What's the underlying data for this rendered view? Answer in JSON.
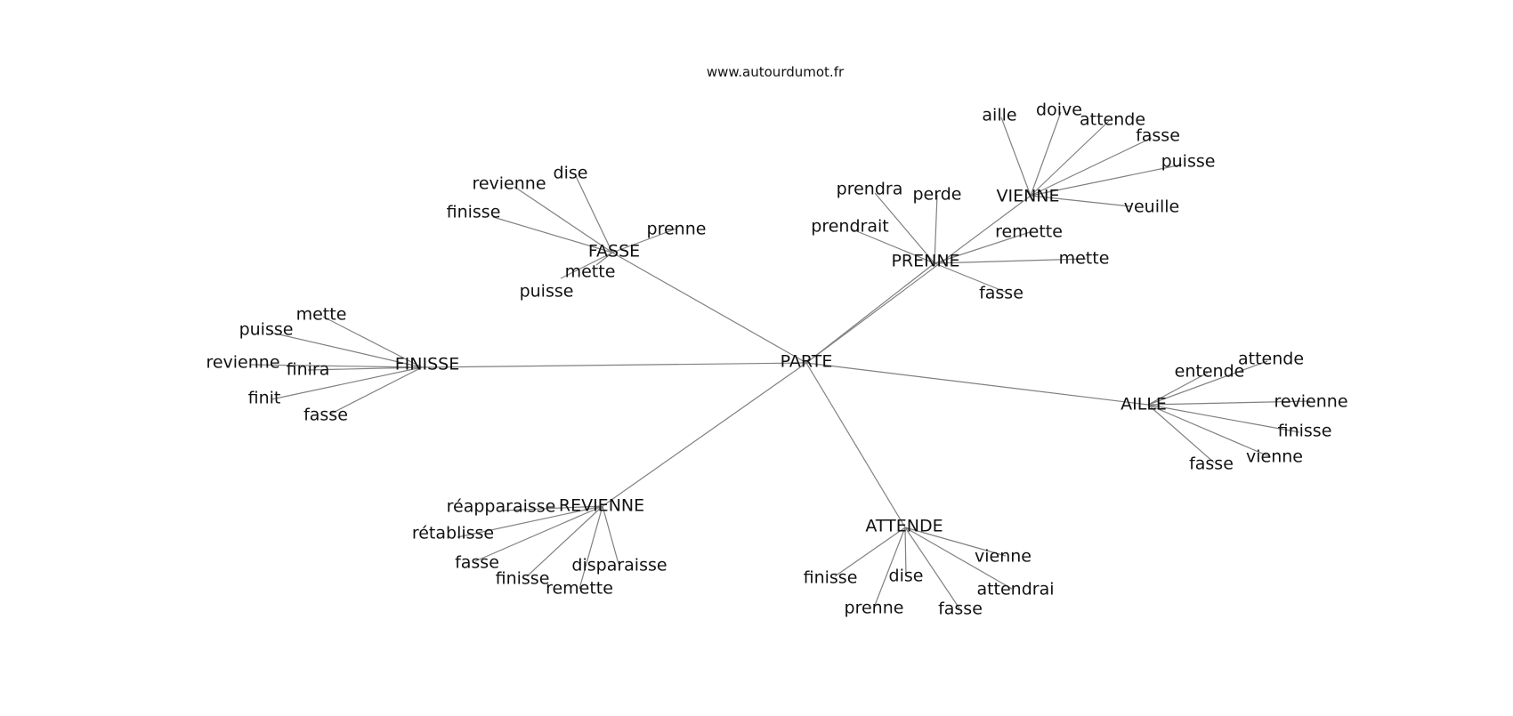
{
  "header": {
    "site": "www.autourdumot.fr"
  },
  "graph": {
    "root": "PARTE",
    "hubs": [
      {
        "id": "fasse",
        "label": "FASSE",
        "leaves": [
          "dise",
          "revienne",
          "finisse",
          "prenne",
          "mette",
          "puisse"
        ]
      },
      {
        "id": "prenne",
        "label": "PRENNE",
        "leaves": [
          "prendra",
          "perde",
          "prendrait",
          "remette",
          "mette",
          "fasse"
        ]
      },
      {
        "id": "vienne",
        "label": "VIENNE",
        "leaves": [
          "aille",
          "doive",
          "attende",
          "fasse",
          "puisse",
          "veuille"
        ]
      },
      {
        "id": "finisse",
        "label": "FINISSE",
        "leaves": [
          "mette",
          "puisse",
          "revienne",
          "finira",
          "finit",
          "fasse"
        ]
      },
      {
        "id": "aille",
        "label": "AILLE",
        "leaves": [
          "entende",
          "attende",
          "revienne",
          "finisse",
          "vienne",
          "fasse"
        ]
      },
      {
        "id": "revienne",
        "label": "REVIENNE",
        "leaves": [
          "réapparaisse",
          "rétablisse",
          "fasse",
          "finisse",
          "remette",
          "disparaisse"
        ]
      },
      {
        "id": "attende",
        "label": "ATTENDE",
        "leaves": [
          "vienne",
          "finisse",
          "dise",
          "attendrai",
          "prenne",
          "fasse"
        ]
      }
    ]
  }
}
